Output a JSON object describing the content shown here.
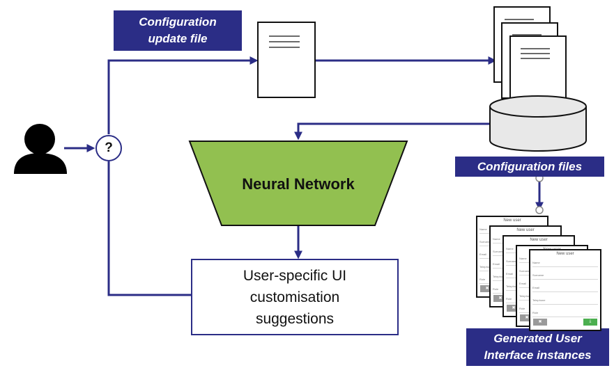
{
  "labels": {
    "config_update": [
      "Configuration",
      "update file"
    ],
    "config_files": "Configuration files",
    "generated": [
      "Generated User",
      "Interface instances"
    ]
  },
  "decision": "?",
  "neural_network": "Neural Network",
  "suggestions": [
    "User-specific UI",
    "customisation",
    "suggestions"
  ],
  "ui_instance": {
    "title": "New user",
    "fields": [
      "Name",
      "Surname",
      "Email",
      "Telephone",
      "Role"
    ],
    "cancel_icon": "close-icon",
    "save_icon": "download-icon"
  },
  "colors": {
    "accent": "#2b2d86",
    "neural_network_fill": "#92c050",
    "user": "#000000"
  }
}
